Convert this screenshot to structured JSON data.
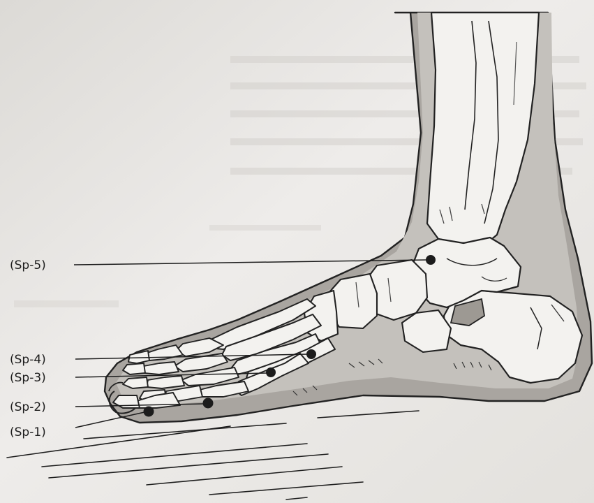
{
  "points": [
    {
      "label": "(Sp-5)"
    },
    {
      "label": "(Sp-4)"
    },
    {
      "label": "(Sp-3)"
    },
    {
      "label": "(Sp-2)"
    },
    {
      "label": "(Sp-1)"
    }
  ],
  "colors": {
    "paper": "#ebe9e6",
    "shading": "#a9a5a0",
    "outline": "#222222",
    "bone_fill": "#f3f2ef",
    "acupoint": "#1c1c1c"
  }
}
